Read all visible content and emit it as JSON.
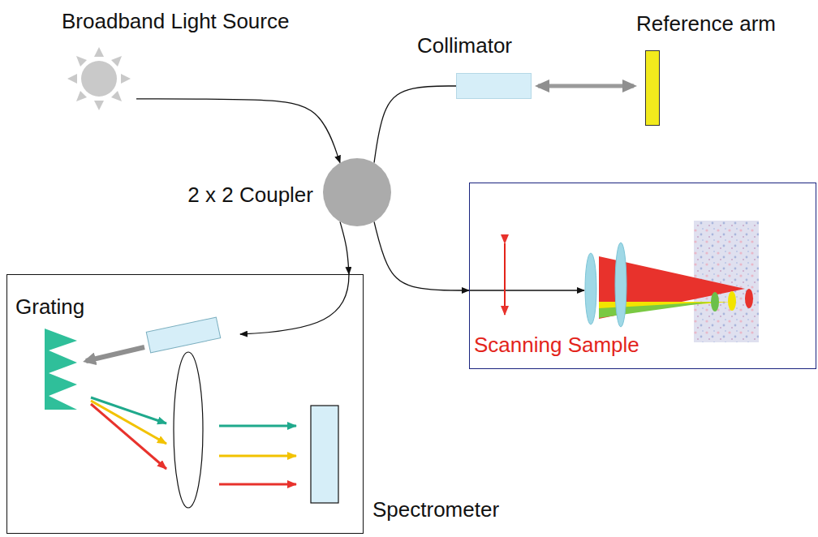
{
  "diagram": {
    "nodes": [
      {
        "text": [
          "Broadband Light Source"
        ]
      },
      {
        "text": [
          "Collimator"
        ]
      },
      {
        "text": [
          "Reference arm"
        ]
      },
      {
        "text": [
          "2 x 2 Coupler"
        ]
      },
      {
        "text": [
          "Scanning Sample"
        ]
      },
      {
        "text": [
          "Spectrometer"
        ]
      },
      {
        "text": [
          "Grating"
        ],
        "in": 5
      }
    ],
    "edges": [
      {
        "from": 0,
        "to": 3,
        "arrow": "to"
      },
      {
        "from": 3,
        "to": 1,
        "arrow": "none"
      },
      {
        "from": 1,
        "to": 2,
        "arrow": "both"
      },
      {
        "from": 3,
        "to": 4,
        "arrow": "to"
      },
      {
        "from": 3,
        "to": 5,
        "arrow": "to"
      }
    ]
  }
}
